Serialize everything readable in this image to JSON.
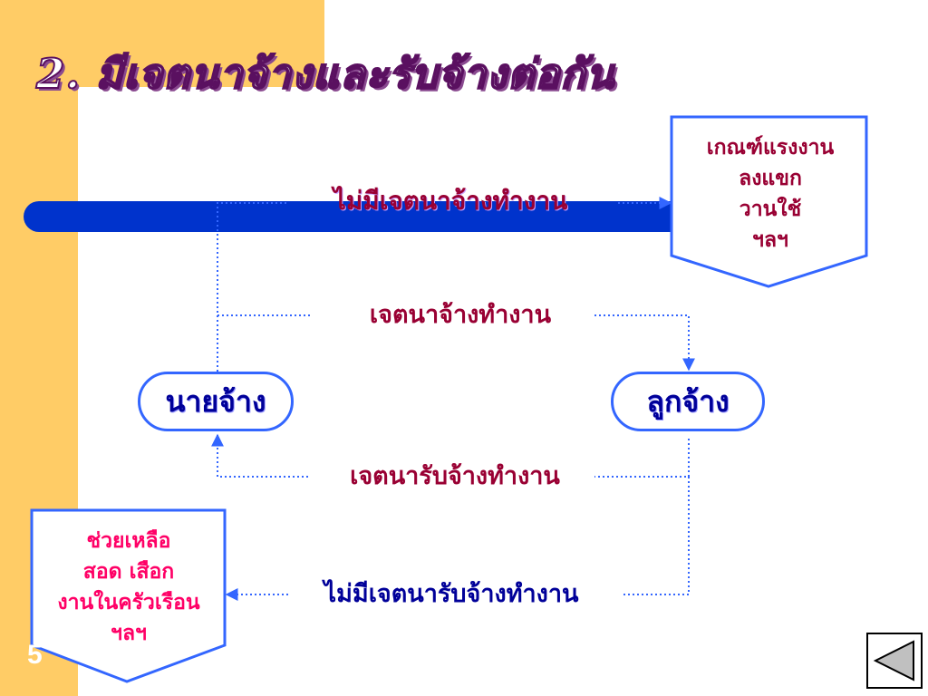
{
  "slide": {
    "title": "2. มีเจตนาจ้างและรับจ้างต่อกัน",
    "page_number": "5"
  },
  "nodes": {
    "employer": "นายจ้าง",
    "employee": "ลูกจ้าง"
  },
  "flows": {
    "no_intent_hire": "ไม่มีเจตนาจ้างทำงาน",
    "intent_hire": "เจตนาจ้างทำงาน",
    "intent_accept": "เจตนารับจ้างทำงาน",
    "no_intent_accept": "ไม่มีเจตนารับจ้างทำงาน"
  },
  "callouts": {
    "top_right": [
      "เกณฑ์แรงงาน",
      "ลงแขก",
      "วานใช้",
      "ฯลฯ"
    ],
    "bottom_left": [
      "ช่วยเหลือ",
      "สอด เสือก",
      "งานในครัวเรือน",
      "ฯลฯ"
    ]
  },
  "colors": {
    "background_band": "#ffcc66",
    "bar": "#0033cc",
    "connector": "#3366ff",
    "flow_text": "#990033",
    "node_text": "#000099"
  },
  "icons": {
    "nav_button": "triangle-left-icon"
  }
}
